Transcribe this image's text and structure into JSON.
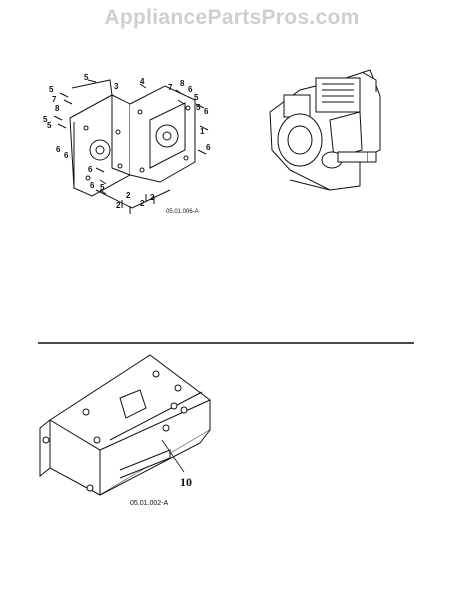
{
  "site_watermark": "AppliancePartsPros.com",
  "top_diagram": {
    "callouts": [
      "5",
      "3",
      "5",
      "4",
      "7",
      "8",
      "6",
      "5",
      "7",
      "8",
      "5",
      "6",
      "5",
      "5",
      "6",
      "6",
      "1",
      "6",
      "6",
      "6",
      "5",
      "2",
      "2",
      "2",
      "2"
    ],
    "figure_code": "05.01.006-A"
  },
  "bottom_diagram": {
    "callout": "10",
    "figure_code": "05.01.002-A"
  }
}
